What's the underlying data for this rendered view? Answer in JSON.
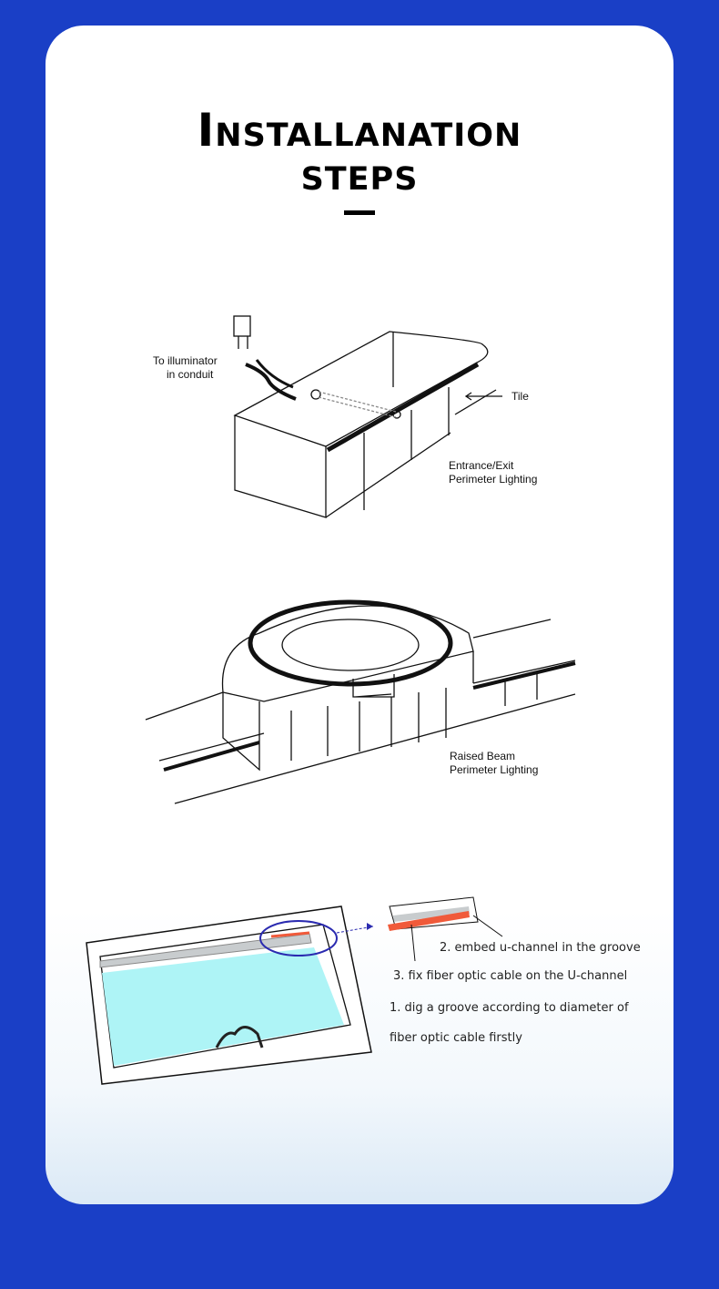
{
  "header": {
    "title_line1": "Installanation",
    "title_line2": "steps"
  },
  "diagram1": {
    "label_illuminator_1": "To illuminator",
    "label_illuminator_2": "in conduit",
    "label_tile": "Tile",
    "caption_1": "Entrance/Exit",
    "caption_2": "Perimeter Lighting"
  },
  "diagram2": {
    "caption_1": "Raised Beam",
    "caption_2": "Perimeter Lighting"
  },
  "diagram3": {
    "step2": "2. embed u-channel in the groove",
    "step3": "3. fix fiber optic cable on the U-channel",
    "step1_line1": "1. dig a groove according to diameter of",
    "step1_line2": "fiber optic cable firstly",
    "colors": {
      "water": "#aef4f6",
      "cable": "#f05a3a",
      "highlight": "#2a2ab0"
    }
  }
}
